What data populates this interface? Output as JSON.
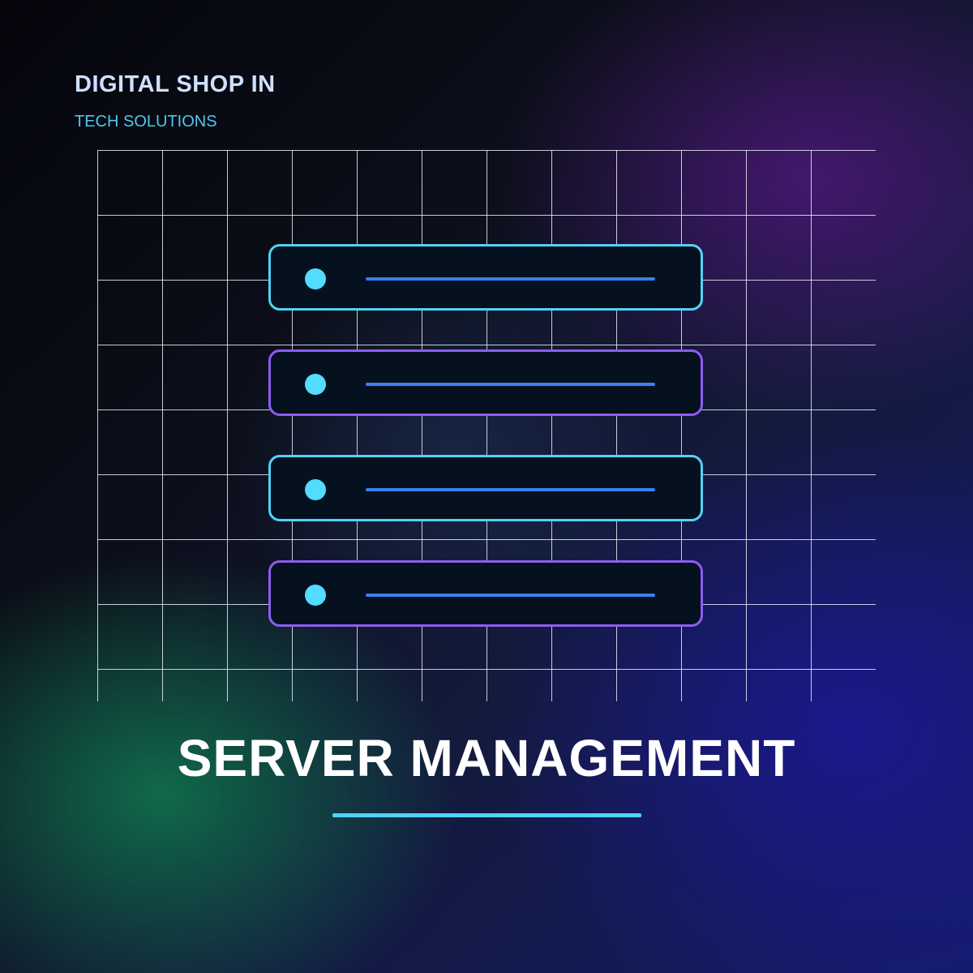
{
  "brand": {
    "title": "DIGITAL SHOP IN",
    "subtitle": "TECH SOLUTIONS"
  },
  "headline": "SERVER MANAGEMENT",
  "icons": {
    "grid": "grid-background",
    "server": "server-rack-icon",
    "led": "status-led-icon"
  },
  "colors": {
    "accent_cyan": "#52d2f5",
    "accent_violet": "#8d5cf0",
    "led": "#52dcff",
    "bar": "#3a7ff0",
    "unit_fill": "#06111f"
  },
  "server_units": [
    {
      "border": "cyan"
    },
    {
      "border": "violet"
    },
    {
      "border": "cyan"
    },
    {
      "border": "violet"
    }
  ]
}
